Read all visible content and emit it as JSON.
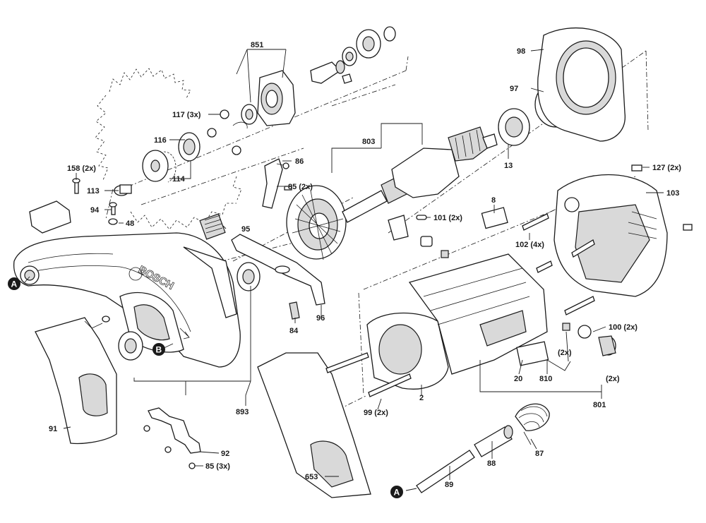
{
  "diagram": {
    "brand_logo": "BOSCH",
    "labels": {
      "l851": "851",
      "l117": "117 (3x)",
      "l116": "116",
      "l114": "114",
      "l158": "158 (2x)",
      "l113": "113",
      "l94": "94",
      "l48": "48",
      "l86": "86",
      "l85a": "85 (2x)",
      "l95": "95",
      "l84": "84",
      "l96": "96",
      "l803": "803",
      "l13": "13",
      "l97": "97",
      "l98": "98",
      "l127": "127 (2x)",
      "l103": "103",
      "l8": "8",
      "l101": "101 (2x)",
      "l102": "102 (4x)",
      "l100": "100 (2x)",
      "l2x": "(2x)",
      "l20": "20",
      "l810": "810",
      "l2xb": "(2x)",
      "l801": "801",
      "l2": "2",
      "l99": "99 (2x)",
      "l893": "893",
      "l91": "91",
      "l92": "92",
      "l85b": "85 (3x)",
      "l653": "653",
      "l88": "88",
      "l87": "87",
      "l89": "89"
    },
    "markers": {
      "a1": "A",
      "b": "B",
      "a2": "A"
    }
  }
}
